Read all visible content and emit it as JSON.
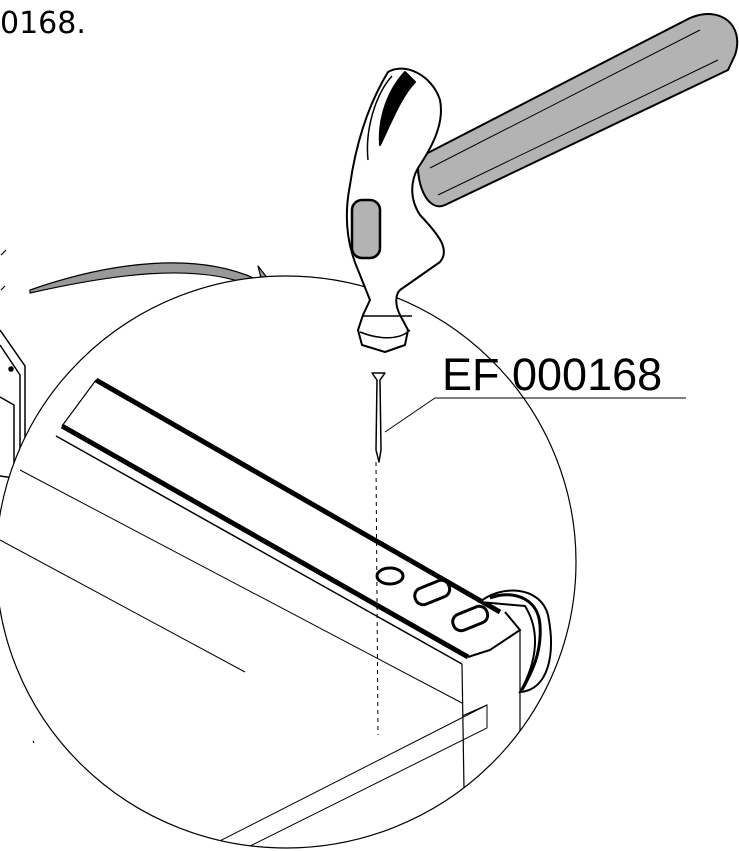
{
  "instruction": {
    "caption_fragment": "0168."
  },
  "callout": {
    "part_code": "EF 000168"
  },
  "colors": {
    "line": "#000000",
    "fill_grey": "#b3b3b3",
    "light_grey": "#cccccc",
    "background": "#ffffff"
  },
  "icons": [
    "hammer-icon",
    "nail-icon",
    "arrow-icon",
    "magnifier-circle"
  ]
}
